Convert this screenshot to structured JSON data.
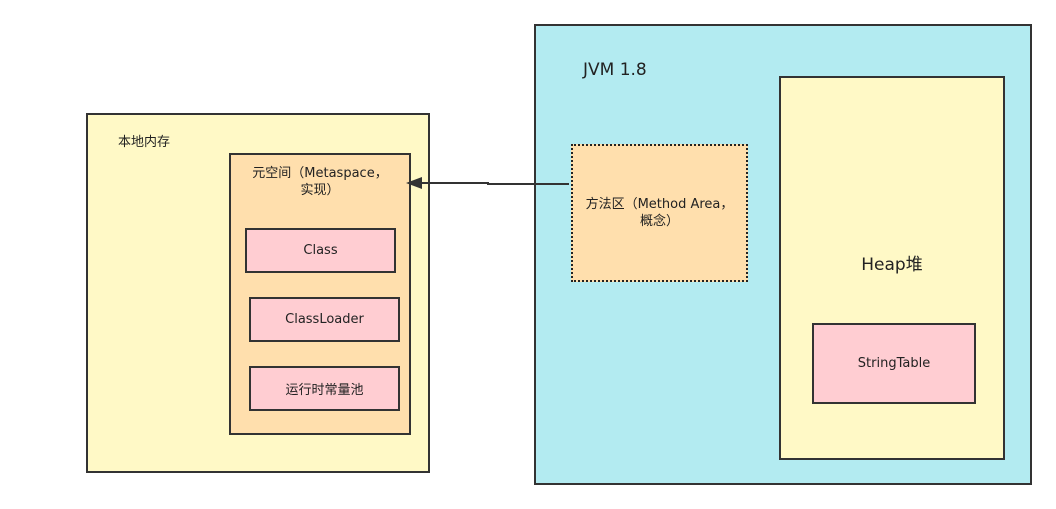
{
  "native_memory": {
    "title": "本地内存"
  },
  "metaspace": {
    "title_line1": "元空间（Metaspace，",
    "title_line2": "实现）",
    "items": [
      "Class",
      "ClassLoader",
      "运行时常量池"
    ]
  },
  "jvm": {
    "title": "JVM 1.8",
    "method_area": {
      "line1": "方法区（Method Area，",
      "line2": "概念）"
    },
    "heap": {
      "title": "Heap堆",
      "item": "StringTable"
    }
  },
  "colors": {
    "cream": "#fff9c6",
    "orange": "#ffdfad",
    "pink": "#ffcdd2",
    "cyan": "#b3ebf1",
    "line": "#333333"
  }
}
